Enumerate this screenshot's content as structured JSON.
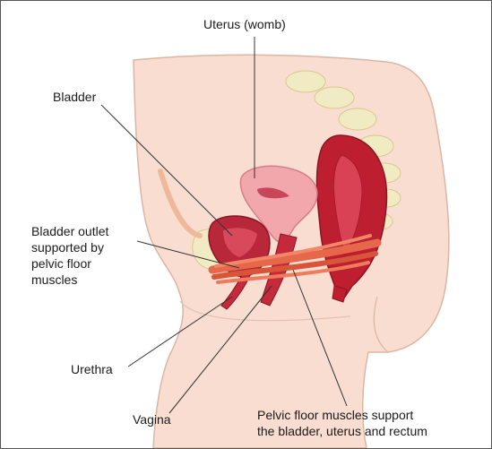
{
  "labels": {
    "uterus": "Uterus (womb)",
    "bladder": "Bladder",
    "bladder_outlet_lines": [
      "Bladder outlet",
      "supported by",
      "pelvic floor",
      "muscles"
    ],
    "urethra": "Urethra",
    "vagina": "Vagina",
    "pelvic_floor_lines": [
      "Pelvic floor muscles support",
      "the bladder, uterus and rectum"
    ]
  },
  "colors": {
    "border": "#555555",
    "skin": "#f8ddd0",
    "skin_outline": "#dcb6a3",
    "bone": "#f1ebc4",
    "bladder": "#b8283a",
    "uterus": "#f2a7ad",
    "rectum": "#bd1f31",
    "muscle": "#e7674b",
    "leader_line": "#333333"
  }
}
